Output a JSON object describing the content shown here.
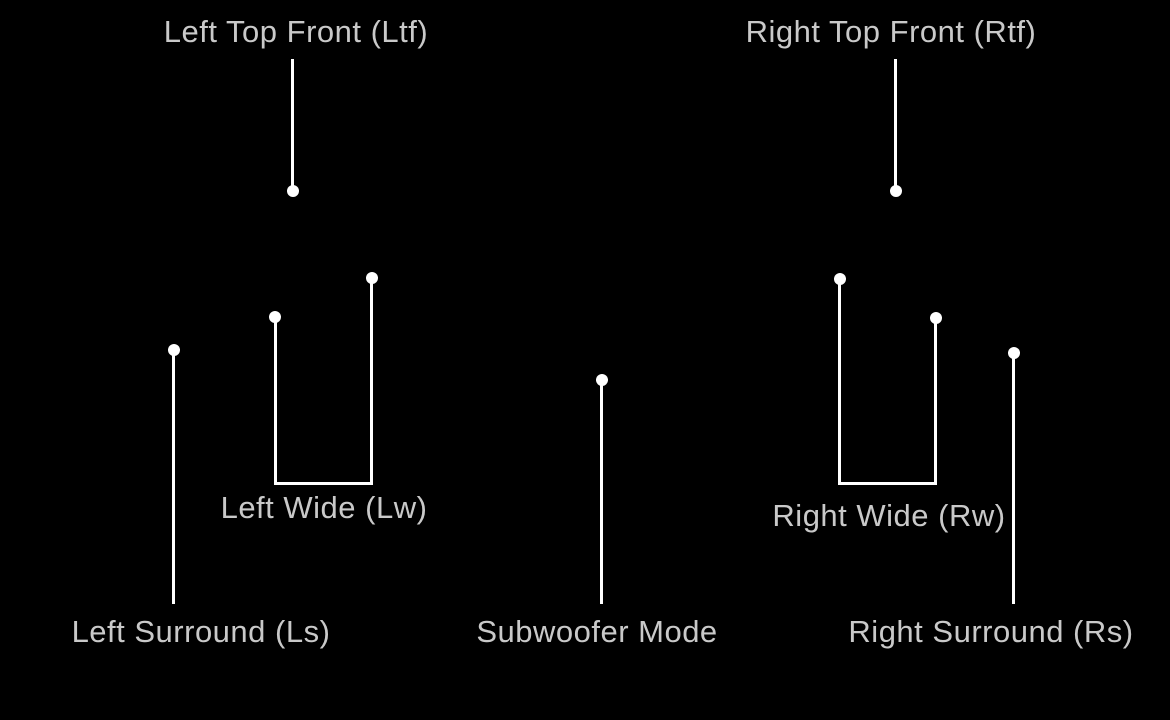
{
  "page": {
    "background_color": "#000000",
    "label_color": "#c9c9c9",
    "line_color": "#ffffff"
  },
  "callouts": {
    "left_top_front": {
      "label": "Left Top Front (Ltf)"
    },
    "right_top_front": {
      "label": "Right Top Front (Rtf)"
    },
    "left_wide": {
      "label": "Left Wide (Lw)"
    },
    "right_wide": {
      "label": "Right Wide (Rw)"
    },
    "left_surround": {
      "label": "Left Surround (Ls)"
    },
    "subwoofer": {
      "label": "Subwoofer Mode"
    },
    "right_surround": {
      "label": "Right Surround (Rs)"
    }
  }
}
